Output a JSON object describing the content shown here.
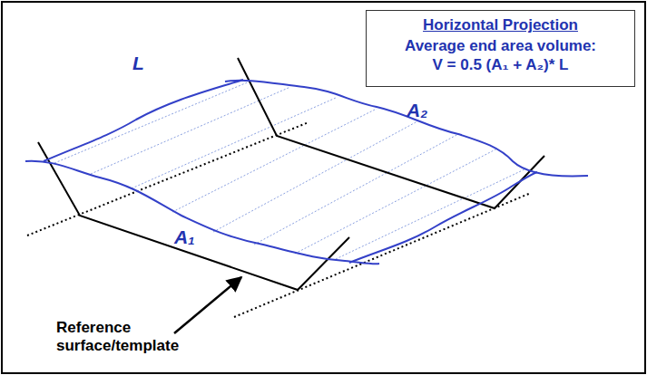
{
  "diagram": {
    "nodes": [
      {
        "text": [
          "Horizontal Projection",
          "Average end area volume:",
          "V = 0.5 (A₁ + A₂)* L"
        ]
      }
    ],
    "labels": [
      "L",
      "A₂",
      "A₁",
      "Reference surface/template"
    ]
  }
}
